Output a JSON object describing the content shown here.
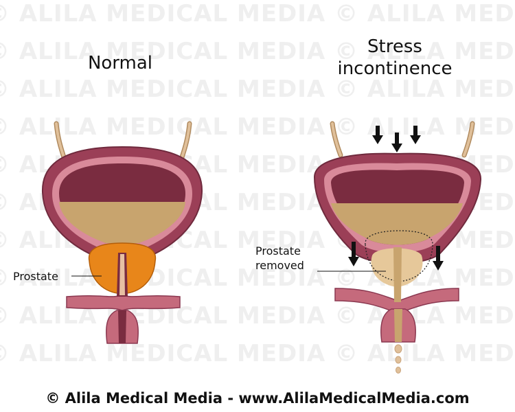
{
  "panels": {
    "normal": {
      "title": "Normal",
      "label": "Prostate"
    },
    "stress": {
      "title_line1": "Stress",
      "title_line2": "incontinence",
      "label_line1": "Prostate",
      "label_line2": "removed"
    }
  },
  "watermark": {
    "text": "© ALILA MEDICAL MEDIA"
  },
  "footer": {
    "credit": "© Alila Medical Media - www.AlilaMedicalMedia.com"
  },
  "colors": {
    "bladder_wall": "#9b3f57",
    "bladder_inner": "#c56a7c",
    "urine": "#c8a46e",
    "prostate": "#e8861a",
    "muscle": "#c56a7c",
    "ureter": "#e0c09a",
    "arrow": "#111111"
  },
  "icons": {
    "arrows": "down-arrow-icon"
  }
}
